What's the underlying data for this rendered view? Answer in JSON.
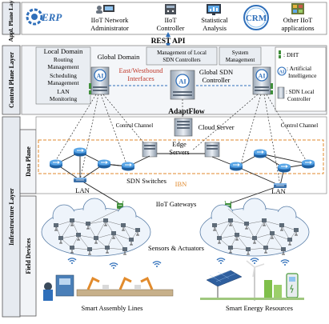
{
  "layers": {
    "application": "Appl. Plane Layer",
    "control": "Control Plane Layer",
    "infrastructure": "Infrastructure Layer",
    "data_plane": "Data Plane",
    "field_devices": "Field Devices"
  },
  "apps": [
    {
      "label": "ERP",
      "icon": "erp-logo-icon"
    },
    {
      "label": "IIoT Network Administrator",
      "line1": "IIoT Network",
      "line2": "Administrator",
      "icon": "administrator-icon"
    },
    {
      "label": "IIoT Controller",
      "line1": "IIoT",
      "line2": "Controller",
      "icon": "controller-device-icon"
    },
    {
      "label": "Statistical Analysis",
      "line1": "Statistical",
      "line2": "Analysis",
      "icon": "statistics-monitor-icon"
    },
    {
      "label": "CRM",
      "icon": "crm-logo-icon"
    },
    {
      "label": "Other IIoT applications",
      "line1": "Other IIoT",
      "line2": "applications",
      "icon": "applications-icon"
    }
  ],
  "rest_api": "REST API",
  "local_domain": {
    "title": "Local Domain",
    "items": [
      "Routing Management",
      "Scheduling Management",
      "LAN Monitoring"
    ],
    "lines": [
      "Routing",
      "Management",
      "Scheduling",
      "Management",
      "LAN",
      "Monitoring"
    ]
  },
  "global_domain": {
    "title": "Global Domain",
    "items": [
      "Management of Local SDN Controllers",
      "System Management"
    ],
    "lines": [
      "Management of Local",
      "SDN Controllers",
      "System",
      "Management"
    ]
  },
  "interfaces": {
    "label": "East/Westbound Interfaces",
    "line1": "East/Westbound",
    "line2": "Interfaces"
  },
  "global_sdn": {
    "label": "Global SDN Controller",
    "line1": "Global SDN",
    "line2": "Controller"
  },
  "legend": {
    "dht": ": DHT",
    "ai_symbol": "AI",
    "ai": ": Artificial Intelligence",
    "ai_line1": ": Artificial",
    "ai_line2": "Intelligence",
    "sdn": ": SDN Local Controller",
    "sdn_line1": ": SDN Local",
    "sdn_line2": "Controller"
  },
  "ai_badge": "AI",
  "adaptflow": "AdaptFlow",
  "control_channel": "Control Channel",
  "cloud_server": "Cloud Server",
  "edge_servers": {
    "label": "Edge Servers",
    "line1": "Edge",
    "line2": "Servers"
  },
  "sdn_switches": "SDN Switches",
  "lan": "LAN",
  "ibn": "IBN",
  "iiot_gateways": "IIoT Gateways",
  "sensors": "Sensors & Actuators",
  "smart_assembly": "Smart Assembly Lines",
  "smart_energy": "Smart Energy Resources",
  "colors": {
    "blue": "#2f6fba",
    "layer_fill": "#eef1f5",
    "interfaces_red": "#c0392b",
    "ibn_orange": "#e08a2e",
    "gateway_green": "#3f8f3a"
  }
}
